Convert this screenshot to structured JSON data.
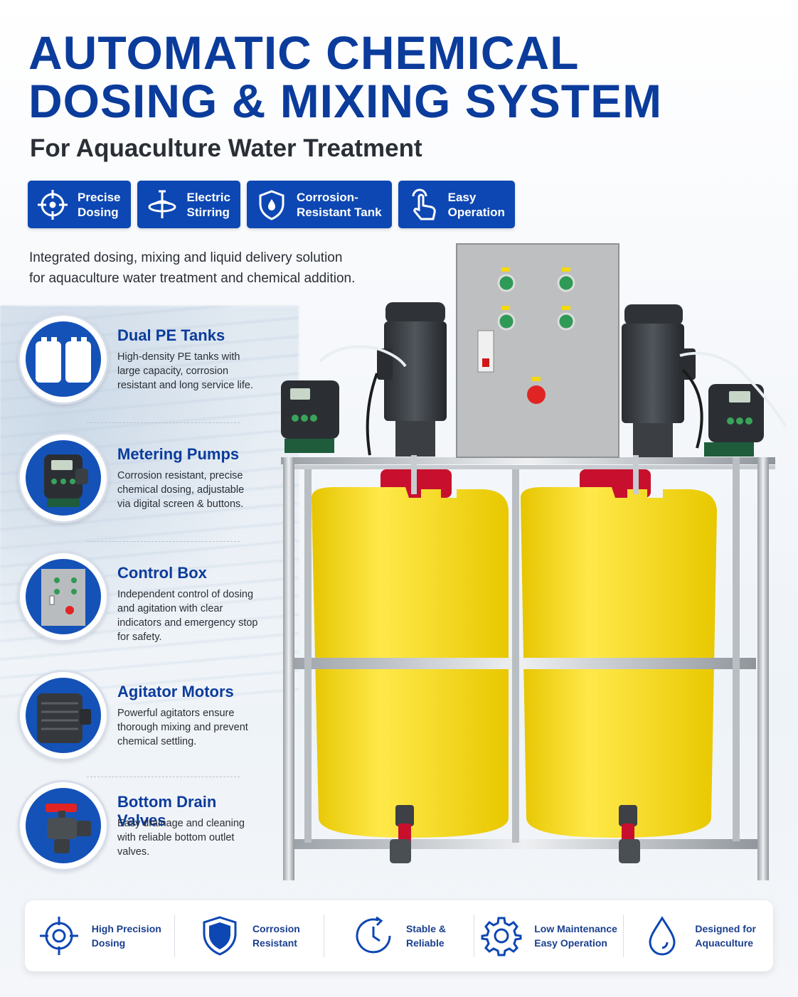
{
  "header": {
    "title": "AUTOMATIC CHEMICAL\nDOSING & MIXING SYSTEM",
    "subtitle": "For Aquaculture Water Treatment"
  },
  "badges": [
    {
      "icon": "crosshair-icon",
      "label": "Precise\nDosing"
    },
    {
      "icon": "stirrer-icon",
      "label": "Electric\nStirring"
    },
    {
      "icon": "shield-drop-icon",
      "label": "Corrosion-\nResistant Tank"
    },
    {
      "icon": "hand-pointer-icon",
      "label": "Easy\nOperation"
    }
  ],
  "intro": "Integrated dosing, mixing and liquid delivery solution\nfor aquaculture water treatment and chemical addition.",
  "features": [
    {
      "icon": "tanks-icon",
      "title": "Dual PE Tanks",
      "description": "High-density PE tanks with large capacity, corrosion resistant and long service life."
    },
    {
      "icon": "metering-pump-icon",
      "title": "Metering Pumps",
      "description": "Corrosion resistant, precise chemical dosing, adjustable via digital screen & buttons."
    },
    {
      "icon": "control-box-icon",
      "title": "Control Box",
      "description": "Independent control of dosing and agitation with clear indicators and emergency stop for safety."
    },
    {
      "icon": "motor-icon",
      "title": "Agitator Motors",
      "description": "Powerful agitators ensure thorough mixing and prevent chemical settling."
    },
    {
      "icon": "valve-icon",
      "title": "Bottom Drain Valves",
      "description": "Easy drainage and cleaning with reliable bottom outlet valves."
    }
  ],
  "footer": [
    {
      "icon": "target-icon",
      "label": "High Precision\nDosing"
    },
    {
      "icon": "shield-icon",
      "label": "Corrosion\nResistant"
    },
    {
      "icon": "clock-icon",
      "label": "Stable &\nReliable"
    },
    {
      "icon": "gear-icon",
      "label": "Low Maintenance\nEasy Operation"
    },
    {
      "icon": "droplet-icon",
      "label": "Designed for\nAquaculture"
    }
  ],
  "colors": {
    "brand_blue": "#0d47b3",
    "title_blue": "#0b3c9c",
    "tank_yellow": "#f5dd13",
    "pump_green": "#1e5c3c"
  }
}
